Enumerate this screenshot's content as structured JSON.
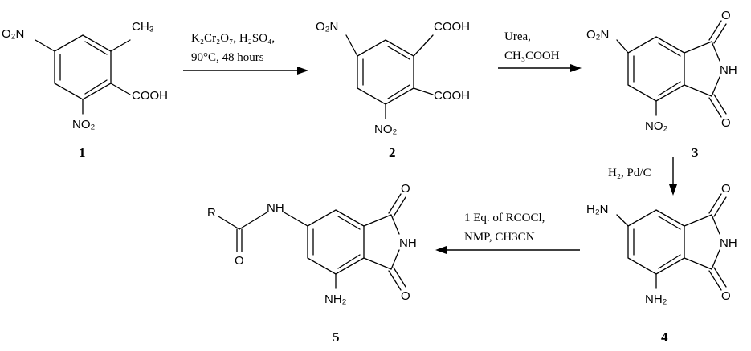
{
  "compounds": [
    {
      "number": "1",
      "labels": {
        "nitro_top": "O₂N",
        "methyl": "CH₃",
        "acid": "COOH",
        "nitro_bottom": "NO₂"
      }
    },
    {
      "number": "2",
      "labels": {
        "nitro_top": "O₂N",
        "acid_top": "COOH",
        "acid_bottom": "COOH",
        "nitro_bottom": "NO₂"
      }
    },
    {
      "number": "3",
      "labels": {
        "oxo_top": "O",
        "nh": "NH",
        "oxo_bottom": "O",
        "nitro_top": "O₂N",
        "nitro_bottom": "NO₂"
      }
    },
    {
      "number": "4",
      "labels": {
        "oxo_top": "O",
        "nh": "NH",
        "oxo_bottom": "O",
        "amino_top": "H₂N",
        "amino_bottom": "NH₂"
      }
    },
    {
      "number": "5",
      "labels": {
        "oxo_top": "O",
        "nh": "NH",
        "oxo_bottom": "O",
        "r_group": "R",
        "amide_nh": "NH",
        "amide_o": "O",
        "amino_bottom": "NH₂"
      }
    }
  ],
  "reactions": [
    {
      "line1": "K₂Cr₂O₇, H₂SO₄,",
      "line2": "90°C, 48 hours"
    },
    {
      "line1": "Urea,",
      "line2": "CH₃COOH"
    },
    {
      "line1": "H₂, Pd/C"
    },
    {
      "line1": "1 Eq. of RCOCl,",
      "line2": "NMP, CH3CN"
    }
  ]
}
